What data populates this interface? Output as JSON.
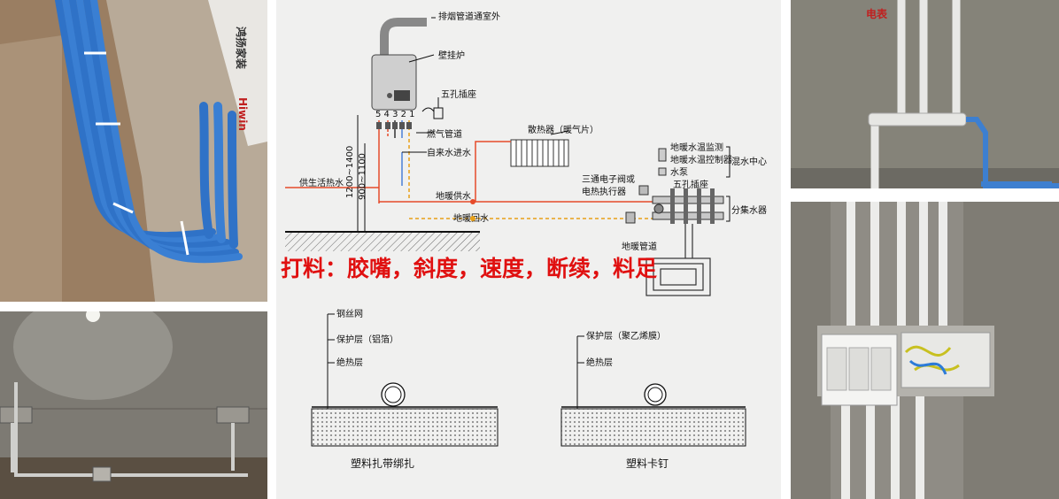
{
  "photos": {
    "top_left": {
      "sign_text": "鸿扬家装",
      "brand_text": "Hiwin"
    },
    "top_right": {
      "wall_text": "电表"
    }
  },
  "diagram": {
    "labels": {
      "exhaust": "排烟管道通室外",
      "boiler": "壁挂炉",
      "socket": "五孔插座",
      "ports": "5 4 3 2 1",
      "gas": "燃气管道",
      "tap_in": "自来水进水",
      "hot_water": "供生活热水",
      "radiator": "散热器（暖气片）",
      "manifold_monitor": "地暖水温监测",
      "manifold_control": "地暖水温控制器",
      "pump": "水泵",
      "mix_center": "混水中心",
      "valve": "三通电子阀或",
      "actuator": "电热执行器",
      "socket2": "五孔插座",
      "supply": "地暖供水",
      "return": "地暖回水",
      "collector": "分集水器",
      "floor_pipe": "地暖管道",
      "h1": "1200~1400",
      "h2": "900~1100"
    },
    "overlay": "打料：胶嘴，斜度，速度，断续，料足",
    "sections": {
      "left": {
        "labels": [
          "钢丝网",
          "保护层（铝箔）",
          "绝热层"
        ],
        "caption": "塑料扎带绑扎"
      },
      "right": {
        "labels": [
          "保护层（聚乙烯膜）",
          "绝热层"
        ],
        "caption": "塑料卡钉"
      }
    }
  }
}
